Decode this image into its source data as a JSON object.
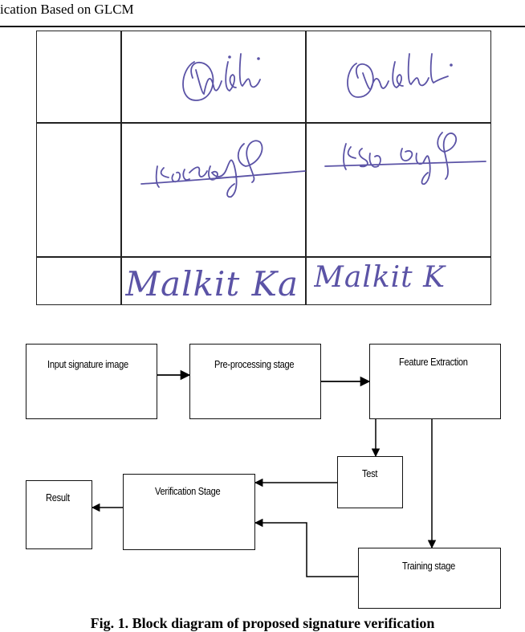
{
  "running_head": "ication Based on GLCM",
  "signature_table": {
    "rows": [
      {
        "genuine": "Nidhi",
        "forged": "Nidhi"
      },
      {
        "genuine": "KSingh",
        "forged": "KSingh"
      },
      {
        "genuine": "Malkit Ka",
        "forged": "Malkit K"
      }
    ]
  },
  "diagram": {
    "boxes": {
      "input": "Input signature image",
      "preprocess": "Pre-processing stage",
      "feature": "Feature Extraction",
      "test": "Test",
      "verification": "Verification Stage",
      "result": "Result",
      "training": "Training stage"
    }
  },
  "caption": "Fig. 1. Block diagram of proposed signature verification"
}
